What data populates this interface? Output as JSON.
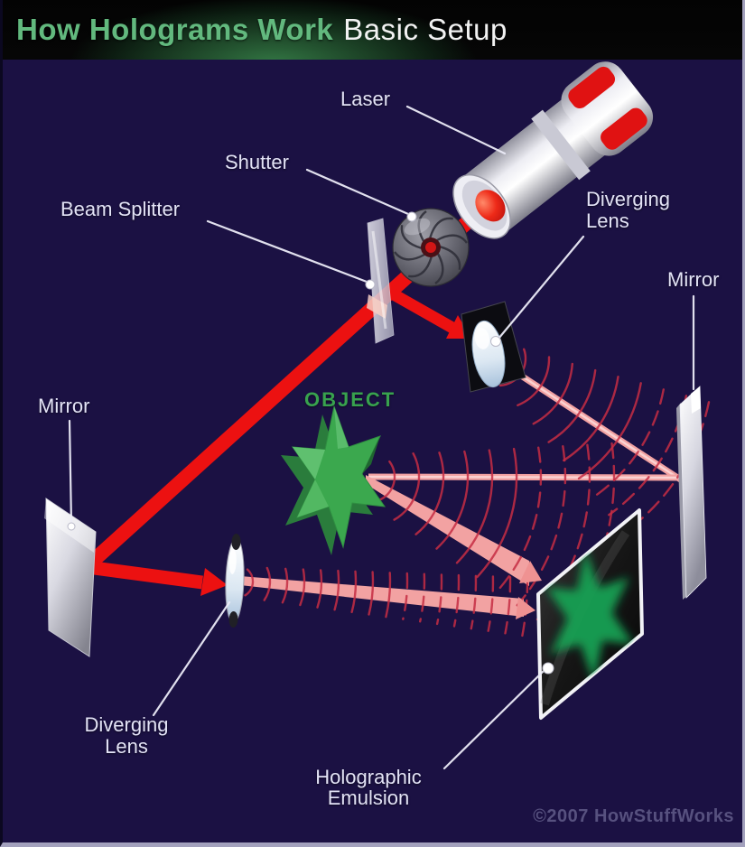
{
  "header": {
    "title_green": "How Holograms Work",
    "title_white": "Basic Setup"
  },
  "labels": {
    "laser": "Laser",
    "shutter": "Shutter",
    "beam_splitter": "Beam Splitter",
    "diverging_lens_top": {
      "line1": "Diverging",
      "line2": "Lens"
    },
    "mirror_right": "Mirror",
    "mirror_left": "Mirror",
    "object": "OBJECT",
    "diverging_lens_bottom": {
      "line1": "Diverging",
      "line2": "Lens"
    },
    "holographic_emulsion": {
      "line1": "Holographic",
      "line2": "Emulsion"
    }
  },
  "footer": {
    "copyright": "©2007 HowStuffWorks"
  },
  "colors": {
    "background": "#1b1143",
    "header_background": "#000000",
    "header_green_glow": "#2f7a46",
    "title_green": "#62b97e",
    "title_white": "#f2f2f2",
    "label_text": "#e3e3f6",
    "object_label_green": "#38a24e",
    "laser_beam_red": "#ec1111",
    "diverged_beam_pink": "#f2a2a2",
    "wavefront_red": "#c62d44",
    "copyright_text": "#57517f"
  }
}
